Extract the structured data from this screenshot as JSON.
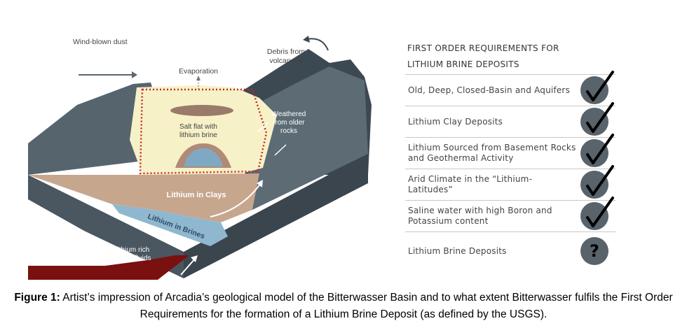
{
  "diagram": {
    "labels": {
      "wind_blown_dust": "Wind-blown dust",
      "debris_line1": "Debris from",
      "debris_line2": "volcanoes",
      "evaporation": "Evaporation",
      "salt_flat_line1": "Salt flat with",
      "salt_flat_line2": "lithium brine",
      "weathered_line1": "Weathered",
      "weathered_line2": "from older",
      "weathered_line3": "rocks",
      "lithium_in_clays": "Lithium in Clays",
      "lithium_in_brines": "Lithium in Brines",
      "magma_line1": "Lithium rich",
      "magma_line2": "magma fluids"
    },
    "colors": {
      "mountain_dark": "#3c4852",
      "mountain_mid": "#56646e",
      "basin_fill": "#f7f1c8",
      "clay_layer": "#c7a68e",
      "brine_layer": "#8fb8d0",
      "magma": "#7a1010",
      "salt_flat": "#9a7a68",
      "evaporation_dots": "#c62828"
    }
  },
  "requirements": {
    "title_line1": "First order requirements for",
    "title_line2": "lithium brine deposits",
    "items": [
      {
        "text": "Old, Deep, Closed-Basin and Aquifers",
        "status": "check"
      },
      {
        "text": "Lithium Clay Deposits",
        "status": "check"
      },
      {
        "text": "Lithium Sourced from Basement Rocks and Geothermal Activity",
        "status": "check"
      },
      {
        "text": "Arid Climate in the “Lithium-Latitudes”",
        "status": "check"
      },
      {
        "text": "Saline water with high Boron and Potassium content",
        "status": "check"
      },
      {
        "text": "Lithium Brine Deposits",
        "status": "?"
      }
    ]
  },
  "caption": {
    "label": "Figure 1:",
    "text": " Artist’s impression of Arcadia’s geological model of the Bitterwasser Basin and to what extent Bitterwasser fulfils the First Order Requirements for the formation of a Lithium Brine Deposit (as defined by the USGS)."
  }
}
